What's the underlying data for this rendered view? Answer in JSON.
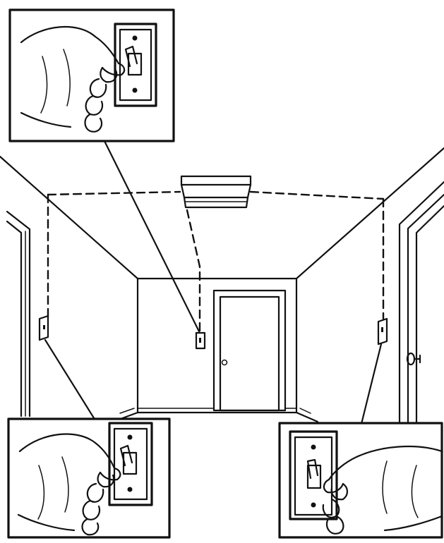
{
  "diagram": {
    "kind": "three-way switch wiring illustration",
    "colors": {
      "ink": "#111111",
      "background": "#ffffff"
    },
    "icons": [
      "ceiling-light-fixture-icon",
      "wall-switch-icon",
      "hand-icon",
      "door-icon",
      "doorknob-icon"
    ],
    "switches": [
      {
        "id": "left-wall-switch",
        "inset": "bottom-left"
      },
      {
        "id": "back-wall-switch",
        "inset": "top-left"
      },
      {
        "id": "right-wall-switch",
        "inset": "bottom-right"
      }
    ],
    "wiring": {
      "style": "dashed",
      "connects": [
        "left-wall-switch",
        "ceiling-light",
        "back-wall-switch",
        "right-wall-switch"
      ]
    },
    "text_labels": []
  }
}
